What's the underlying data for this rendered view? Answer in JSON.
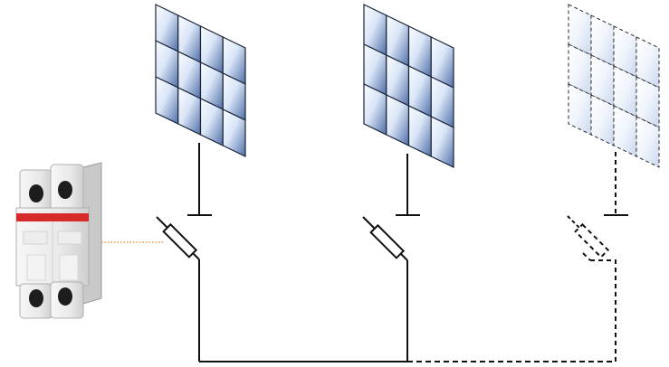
{
  "diagram": {
    "description_visible_text": "",
    "panels": [
      {
        "id": "pv-panel-1",
        "state": "installed"
      },
      {
        "id": "pv-panel-2",
        "state": "installed"
      },
      {
        "id": "pv-panel-3",
        "state": "optional"
      }
    ],
    "fuses": [
      {
        "id": "fuse-1",
        "state": "installed"
      },
      {
        "id": "fuse-2",
        "state": "installed"
      },
      {
        "id": "fuse-3",
        "state": "optional"
      }
    ],
    "device": {
      "type": "fuse-holder-photo",
      "icon": "fuse-disconnector-icon"
    },
    "colors": {
      "panel_cell_light": "#eef3fb",
      "panel_cell_dark": "#4f6fa8",
      "panel_frame": "#1a2438",
      "wire": "#111111",
      "leader_line": "#e59a38",
      "device_body": "#f0f0f0",
      "device_red_band": "#d62b2b"
    }
  }
}
